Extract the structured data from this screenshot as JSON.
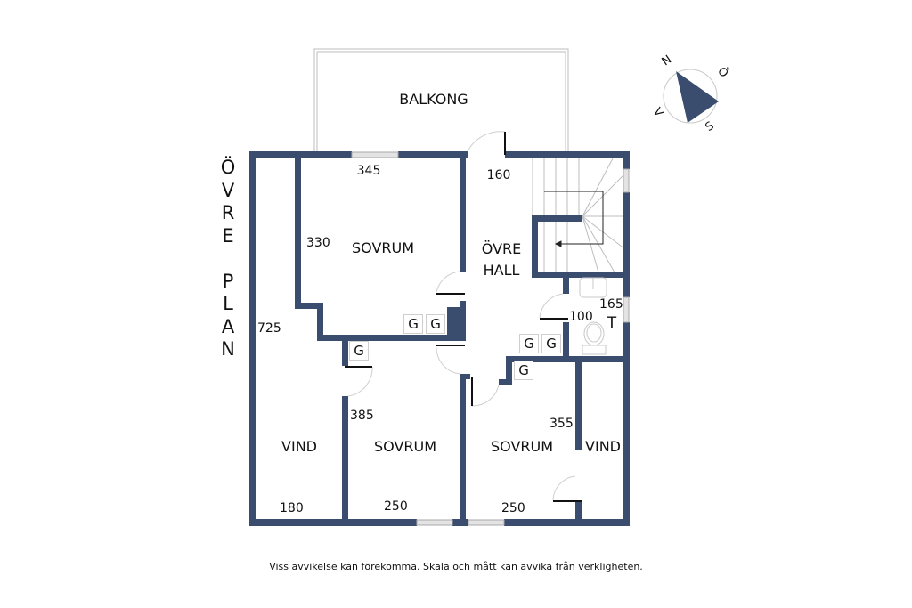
{
  "floor_title": [
    "Ö",
    "V",
    "R",
    "E",
    " ",
    "P",
    "L",
    "A",
    "N"
  ],
  "rooms": {
    "balcony": "BALKONG",
    "bedroom_top": "SOVRUM",
    "hall_line1": "ÖVRE",
    "hall_line2": "HALL",
    "attic_left": "VIND",
    "bedroom_bottom_left": "SOVRUM",
    "bedroom_bottom_right": "SOVRUM",
    "attic_right": "VIND",
    "toilet": "T"
  },
  "dimensions": {
    "bedroom_top_width": "345",
    "bedroom_top_depth": "330",
    "hall_width": "160",
    "attic_left_length": "725",
    "attic_left_width": "180",
    "bedroom_bl_depth": "385",
    "bedroom_bl_width": "250",
    "bedroom_br_depth": "355",
    "bedroom_br_width": "250",
    "toilet_width": "100",
    "toilet_depth": "165"
  },
  "closets": [
    "G",
    "G",
    "G",
    "G",
    "G",
    "G"
  ],
  "compass": {
    "north": "N",
    "east": "Ö",
    "south": "S",
    "west": "V",
    "color": "#3b4d6e"
  },
  "colors": {
    "wall": "#3b4d6e",
    "window": "#d9d9d9",
    "thin_line": "#bdbdbd"
  },
  "disclaimer": "Viss avvikelse kan förekomma. Skala och mått kan avvika från verkligheten."
}
